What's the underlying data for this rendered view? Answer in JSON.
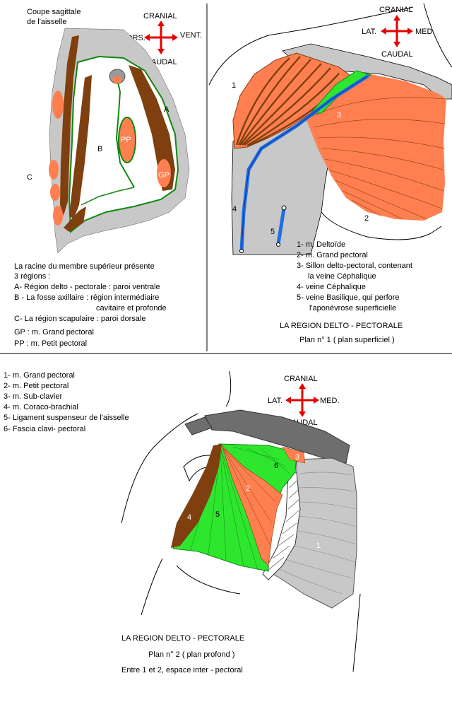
{
  "panel1": {
    "title_line1": "Coupe sagittale",
    "title_line2": "de l'aisselle",
    "compass": {
      "top": "CRANIAL",
      "left": "DORS.",
      "right": "VENT.",
      "bottom": "CAUDAL"
    },
    "labels": {
      "A": "A",
      "B": "B",
      "C": "C",
      "PP": "PP",
      "GP": "GP"
    },
    "description": [
      "La racine du membre  supérieur  présente",
      "3 régions :",
      "A- Région delto - pectorale : paroi ventrale",
      "B - La fosse axillaire : région intermédiaire",
      "cavitaire et profonde",
      "C- La région scapulaire : paroi dorsale",
      "GP : m. Grand pectoral",
      "PP : m. Petit pectoral"
    ]
  },
  "panel2": {
    "compass": {
      "top": "CRANIAL",
      "left": "LAT.",
      "right": "MED.",
      "bottom": "CAUDAL"
    },
    "numbers": {
      "n1": "1",
      "n2": "2",
      "n3": "3",
      "n4": "4",
      "n5": "5"
    },
    "legend": [
      "1- m. Deltoïde",
      "2- m. Grand pectoral",
      "3- Sillon delto-pectoral, contenant",
      "la veine Céphalique",
      "4- veine Céphalique",
      "5- veine Basilique, qui perfore",
      "l'aponévrose superficielle"
    ],
    "caption_title": "LA REGION DELTO - PECTORALE",
    "caption_sub": "Plan n° 1 ( plan superficiel )"
  },
  "panel3": {
    "legend": [
      "1- m. Grand pectoral",
      "2- m. Petit pectoral",
      "3- m. Sub-clavier",
      "4- m. Coraco-brachial",
      "5- Ligament suspenseur  de l'aisselle",
      "6- Fascia clavi- pectoral"
    ],
    "compass": {
      "top": "CRANIAL",
      "left": "LAT.",
      "right": "MED.",
      "bottom": "CAUDAL"
    },
    "numbers": {
      "n1": "1",
      "n2": "2",
      "n3": "3",
      "n4": "4",
      "n5": "5",
      "n6": "6"
    },
    "caption_title": "LA REGION DELTO - PECTORALE",
    "caption_sub": "Plan n° 2 ( plan profond )",
    "caption_note": "Entre 1 et 2, espace inter - pectoral"
  },
  "colors": {
    "muscle_orange": "#ff7f50",
    "muscle_brown": "#7f3f0f",
    "ligament_green": "#2ee62e",
    "bone_grey": "#c8c8c8",
    "dark_grey": "#6e6e6e",
    "vein_blue": "#1e6ee6",
    "arrow_red": "#e60000",
    "outline_green": "#118811"
  }
}
